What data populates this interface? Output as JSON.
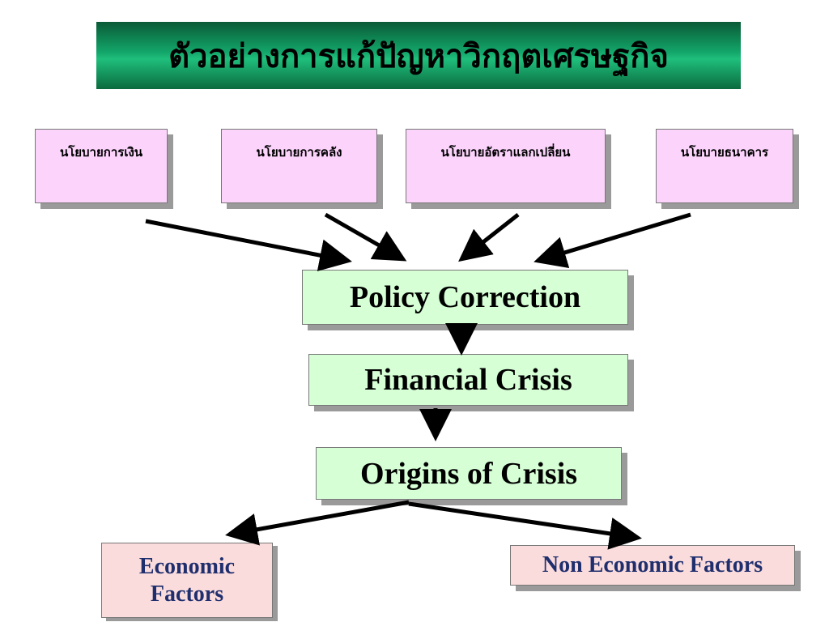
{
  "title": "ตัวอย่างการแก้ปัญหาวิกฤตเศรษฐกิจ",
  "policies": [
    {
      "label": "นโยบายการเงิน"
    },
    {
      "label": "นโยบายการคลัง"
    },
    {
      "label": "นโยบายอัตราแลกเปลี่ยน"
    },
    {
      "label": "นโยบายธนาคาร"
    }
  ],
  "chain": {
    "policy_correction": "Policy Correction",
    "financial_crisis": "Financial Crisis",
    "origins_of_crisis": "Origins of Crisis"
  },
  "factors": {
    "economic_line1": "Economic",
    "economic_line2": "Factors",
    "non_economic": "Non Economic Factors"
  },
  "colors": {
    "title_gradient_dark": "#0a5a36",
    "title_gradient_light": "#1fbf7c",
    "policy_box_fill": "#fbd3fb",
    "chain_box_fill": "#d6ffd6",
    "factor_box_fill": "#fbdcdc",
    "factor_text": "#1f2f6e"
  }
}
